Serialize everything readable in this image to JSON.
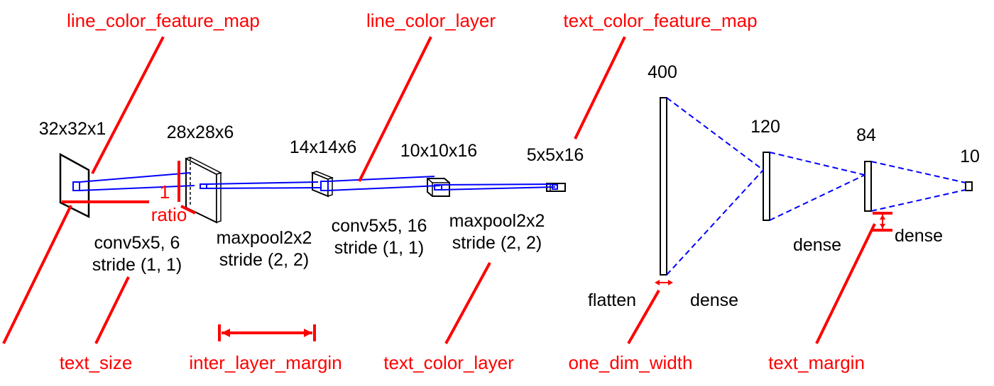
{
  "annotations": {
    "line_color_feature_map": "line_color_feature_map",
    "line_color_layer": "line_color_layer",
    "text_color_feature_map": "text_color_feature_map",
    "text_size": "text_size",
    "inter_layer_margin": "inter_layer_margin",
    "text_color_layer": "text_color_layer",
    "one_dim_width": "one_dim_width",
    "text_margin": "text_margin",
    "ratio_value": "1",
    "ratio": "ratio"
  },
  "feature_maps": [
    {
      "label": "32x32x1"
    },
    {
      "label": "28x28x6"
    },
    {
      "label": "14x14x6"
    },
    {
      "label": "10x10x16"
    },
    {
      "label": "5x5x16"
    }
  ],
  "conv_layers": [
    {
      "line1": "conv5x5, 6",
      "line2": "stride (1, 1)"
    },
    {
      "line1": "maxpool2x2",
      "line2": "stride (2, 2)"
    },
    {
      "line1": "conv5x5, 16",
      "line2": "stride (1, 1)"
    },
    {
      "line1": "maxpool2x2",
      "line2": "stride (2, 2)"
    }
  ],
  "dense_units": [
    {
      "label": "400"
    },
    {
      "label": "120"
    },
    {
      "label": "84"
    },
    {
      "label": "10"
    }
  ],
  "dense_layers": [
    {
      "label": "flatten"
    },
    {
      "label": "dense"
    },
    {
      "label": "dense"
    },
    {
      "label": "dense"
    }
  ],
  "colors": {
    "annotation": "#ff0000",
    "connection": "#0000ff",
    "feature_map": "#000000"
  }
}
